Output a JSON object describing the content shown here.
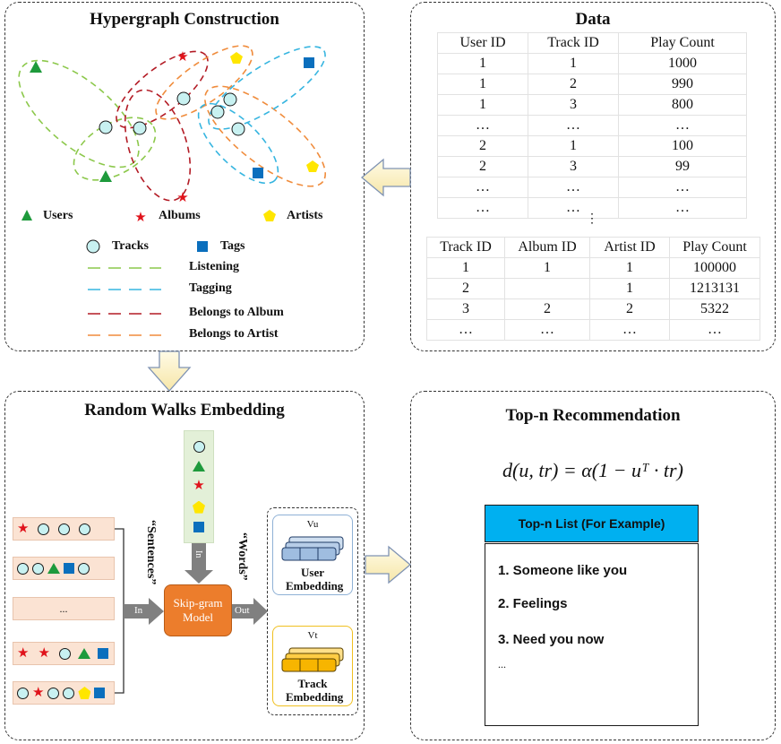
{
  "hypergraph": {
    "title": "Hypergraph Construction",
    "node_legend": {
      "users": "Users",
      "albums": "Albums",
      "artists": "Artists",
      "tracks": "Tracks",
      "tags": "Tags"
    },
    "edge_legend": [
      "Listening",
      "Tagging",
      "Belongs to Album",
      "Belongs to Artist"
    ],
    "colors": {
      "listening": "#8cc84b",
      "tagging": "#36b5e0",
      "album": "#b31b25",
      "artist": "#f08c3c",
      "track": "#c8f1f1",
      "tag": "#0b6fbd",
      "user": "#1e9a3c",
      "star": "#e0131b",
      "pentagon": "#ffe600"
    }
  },
  "data": {
    "title": "Data",
    "table1": {
      "headers": [
        "User ID",
        "Track ID",
        "Play Count"
      ],
      "rows": [
        [
          "1",
          "1",
          "1000"
        ],
        [
          "1",
          "2",
          "990"
        ],
        [
          "1",
          "3",
          "800"
        ],
        [
          "…",
          "…",
          "…"
        ],
        [
          "2",
          "1",
          "100"
        ],
        [
          "2",
          "3",
          "99"
        ],
        [
          "…",
          "…",
          "…"
        ],
        [
          "…",
          "…",
          "…"
        ]
      ]
    },
    "separator": "⋮",
    "table2": {
      "headers": [
        "Track ID",
        "Album ID",
        "Artist ID",
        "Play Count"
      ],
      "rows": [
        [
          "1",
          "1",
          "1",
          "100000"
        ],
        [
          "2",
          "",
          "1",
          "1213131"
        ],
        [
          "3",
          "2",
          "2",
          "5322"
        ],
        [
          "…",
          "…",
          "…",
          "…"
        ]
      ]
    }
  },
  "random_walks": {
    "title": "Random Walks Embedding",
    "sentences_label": "“Sentences”",
    "words_label": "“Words”",
    "in_label": "In",
    "out_label": "Out",
    "model_label": "Skip-gram Model",
    "ellipsis": "...",
    "user_embedding": {
      "symbol": "Vu",
      "label": "User Embedding"
    },
    "track_embedding": {
      "symbol": "Vt",
      "label": "Track Embedding"
    }
  },
  "recommendation": {
    "title": "Top-n Recommendation",
    "formula": "d(u, tr) = α(1 − uᵀ · tr)",
    "list_header": "Top-n List (For Example)",
    "items": [
      "1. Someone like you",
      "2. Feelings",
      "3. Need you now"
    ],
    "more": "..."
  }
}
